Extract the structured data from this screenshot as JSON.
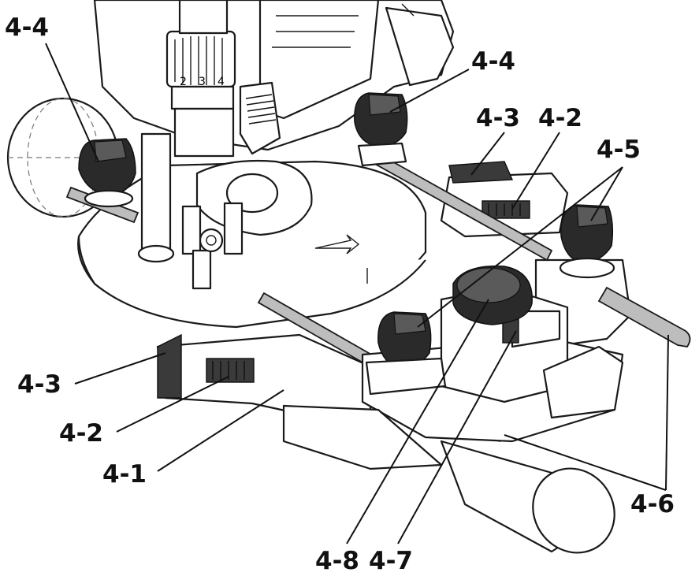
{
  "callouts": {
    "c4_4_left": "4-4",
    "c4_4_right": "4-4",
    "c4_3_top": "4-3",
    "c4_2_top": "4-2",
    "c4_5": "4-5",
    "c4_3_bottom": "4-3",
    "c4_2_bottom": "4-2",
    "c4_1": "4-1",
    "c4_6": "4-6",
    "c4_8": "4-8",
    "c4_7": "4-7"
  },
  "dial": {
    "mark_2": "2",
    "mark_3": "3",
    "mark_4": "4"
  }
}
